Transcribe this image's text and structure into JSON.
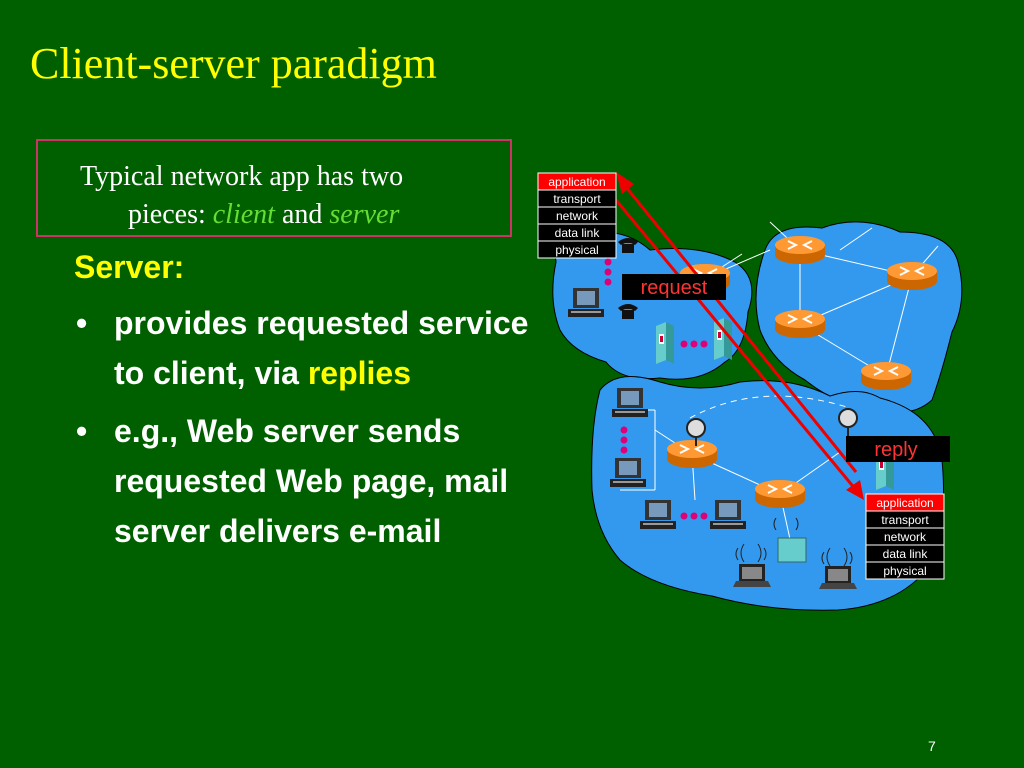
{
  "slide": {
    "title": "Client-server paradigm",
    "intro": {
      "line1": "Typical network app has two",
      "line2_prefix": "pieces: ",
      "client_word": "client",
      "and_word": " and ",
      "server_word": "server"
    },
    "heading": "Server:",
    "bullets": [
      {
        "marker": "•",
        "text": "provides requested service to client, via ",
        "highlight": "replies"
      },
      {
        "marker": "•",
        "text": "e.g., Web server sends requested Web page, mail server delivers e-mail"
      }
    ],
    "page_number": "7"
  },
  "diagram": {
    "client_stack": [
      "application",
      "transport",
      "network",
      "data link",
      "physical"
    ],
    "server_stack": [
      "application",
      "transport",
      "network",
      "data link",
      "physical"
    ],
    "request_label": "request",
    "reply_label": "reply",
    "colors": {
      "cloud": "#3399ee",
      "router": "#ff9933",
      "arrow": "#ee0000",
      "stack_top": "#ff0000",
      "dots": "#dd0077"
    }
  }
}
